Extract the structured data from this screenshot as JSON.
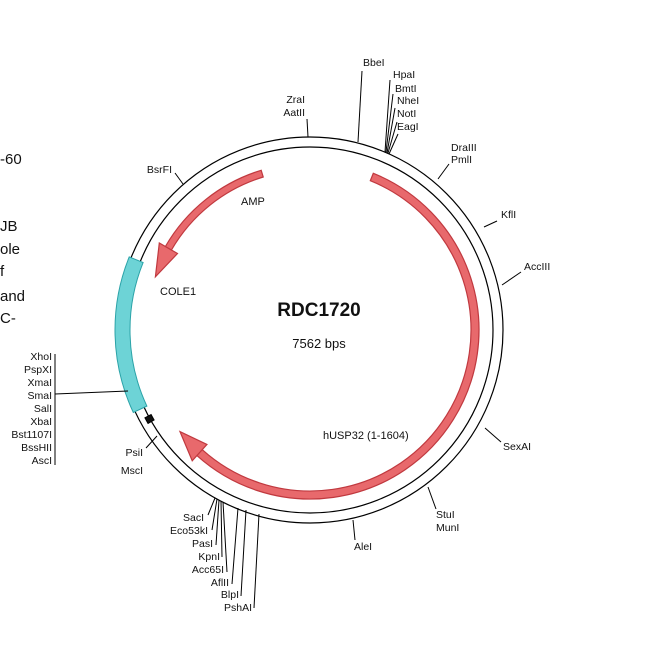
{
  "map": {
    "name": "RDC1720",
    "length": "7562 bps",
    "features": [
      {
        "id": "amp",
        "label": "AMP"
      },
      {
        "id": "cole1",
        "label": "COLE1"
      },
      {
        "id": "husp32",
        "label": "hUSP32 (1-1604)"
      }
    ],
    "sites": {
      "bbei": [
        "BbeI"
      ],
      "hpai_group": [
        "HpaI",
        "BmtI",
        "NheI",
        "NotI",
        "EagI"
      ],
      "zrai_group": [
        "ZraI",
        "AatII"
      ],
      "drai_group": [
        "DraIII",
        "PmlI"
      ],
      "bsrfi": [
        "BsrFI"
      ],
      "kfli": [
        "KflI"
      ],
      "accii": [
        "AccIII"
      ],
      "sexai": [
        "SexAI"
      ],
      "stui_group": [
        "StuI",
        "MunI"
      ],
      "alei": [
        "AleI"
      ],
      "psi_group": [
        "PsiI",
        "MscI"
      ],
      "xhoi_group": [
        "XhoI",
        "PspXI",
        "XmaI",
        "SmaI",
        "SalI",
        "XbaI",
        "Bst1107I",
        "BssHII",
        "AscI"
      ],
      "saci_group": [
        "SacI",
        "Eco53kI",
        "PasI",
        "KpnI",
        "Acc65I",
        "AflII",
        "BlpI",
        "PshAI"
      ]
    }
  },
  "edge_text": [
    "-60",
    "JB",
    "ole",
    "f",
    "and",
    "C-"
  ],
  "colors": {
    "feature": "#e8696c",
    "feature_stroke": "#c0393f",
    "ori": "#6dd3d6",
    "ori_stroke": "#2ba3a8",
    "line": "#000000"
  }
}
